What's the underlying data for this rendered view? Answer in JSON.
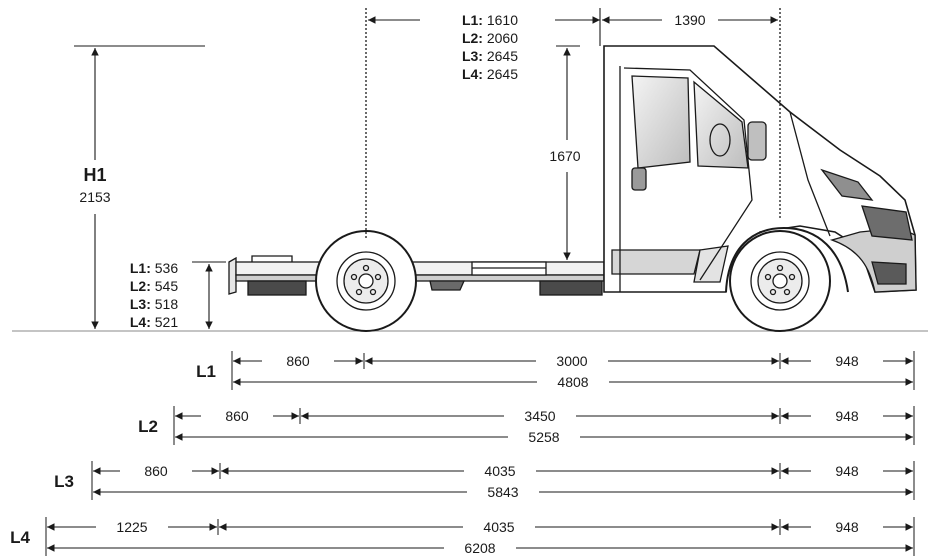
{
  "diagram": {
    "height_label": "H1",
    "height_value": "2153",
    "cab_height": "1670",
    "front_to_axle": "1390",
    "frame_heights": [
      {
        "label": "L1:",
        "value": "536"
      },
      {
        "label": "L2:",
        "value": "545"
      },
      {
        "label": "L3:",
        "value": "518"
      },
      {
        "label": "L4:",
        "value": "521"
      }
    ],
    "cab_to_axle": [
      {
        "label": "L1:",
        "value": "1610"
      },
      {
        "label": "L2:",
        "value": "2060"
      },
      {
        "label": "L3:",
        "value": "2645"
      },
      {
        "label": "L4:",
        "value": "2645"
      }
    ],
    "lengths": [
      {
        "label": "L1",
        "overhang": "860",
        "wheelbase": "3000",
        "front": "948",
        "total": "4808"
      },
      {
        "label": "L2",
        "overhang": "860",
        "wheelbase": "3450",
        "front": "948",
        "total": "5258"
      },
      {
        "label": "L3",
        "overhang": "860",
        "wheelbase": "4035",
        "front": "948",
        "total": "5843"
      },
      {
        "label": "L4",
        "overhang": "1225",
        "wheelbase": "4035",
        "front": "948",
        "total": "6208"
      }
    ]
  }
}
